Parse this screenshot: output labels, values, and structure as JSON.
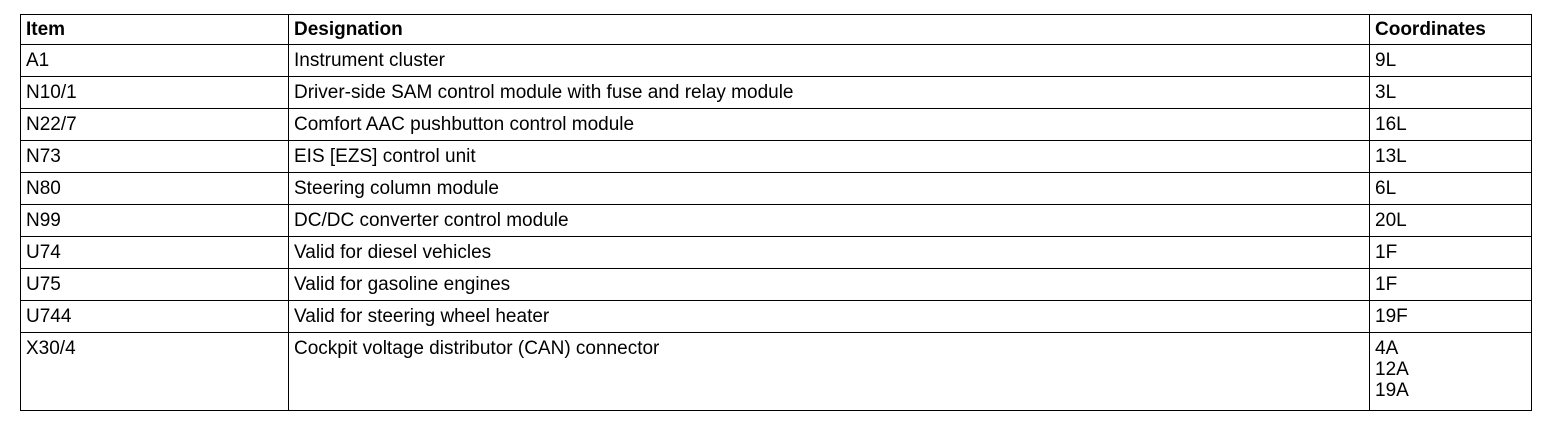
{
  "table": {
    "headers": {
      "item": "Item",
      "designation": "Designation",
      "coordinates": "Coordinates"
    },
    "rows": [
      {
        "item": "A1",
        "designation": "Instrument cluster",
        "coordinates": [
          "9L"
        ]
      },
      {
        "item": "N10/1",
        "designation": "Driver-side SAM control module with fuse and relay module",
        "coordinates": [
          "3L"
        ]
      },
      {
        "item": "N22/7",
        "designation": "Comfort AAC pushbutton control module",
        "coordinates": [
          "16L"
        ]
      },
      {
        "item": "N73",
        "designation": "EIS [EZS] control unit",
        "coordinates": [
          "13L"
        ]
      },
      {
        "item": "N80",
        "designation": "Steering column module",
        "coordinates": [
          "6L"
        ]
      },
      {
        "item": "N99",
        "designation": "DC/DC converter control module",
        "coordinates": [
          "20L"
        ]
      },
      {
        "item": "U74",
        "designation": "Valid for diesel vehicles",
        "coordinates": [
          "1F"
        ]
      },
      {
        "item": "U75",
        "designation": "Valid for gasoline engines",
        "coordinates": [
          "1F"
        ]
      },
      {
        "item": "U744",
        "designation": "Valid for steering wheel heater",
        "coordinates": [
          "19F"
        ]
      },
      {
        "item": "X30/4",
        "designation": "Cockpit voltage distributor (CAN) connector",
        "coordinates": [
          "4A",
          "12A",
          "19A"
        ]
      }
    ]
  }
}
